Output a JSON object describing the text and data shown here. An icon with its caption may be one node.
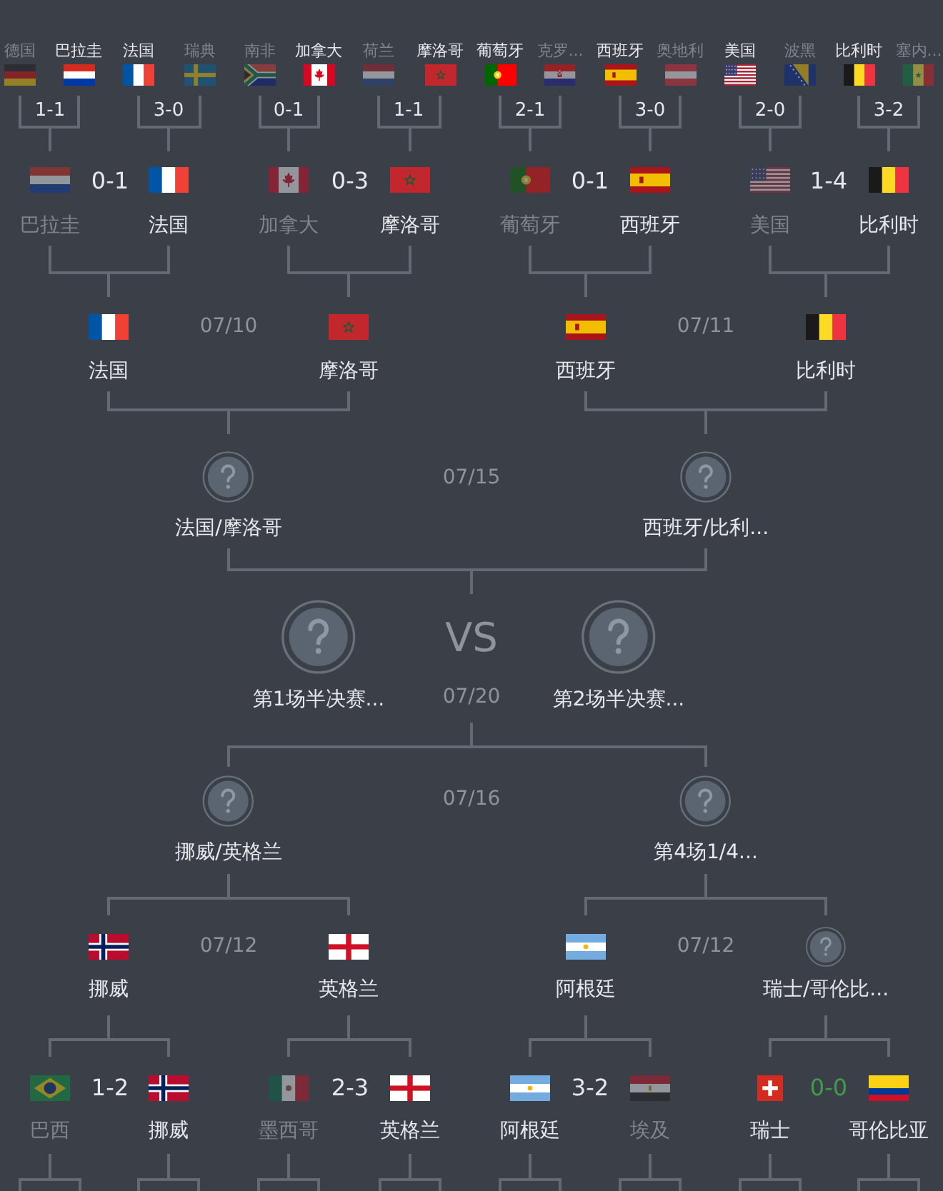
{
  "diagram": {
    "nodes": [
      {
        "text": [
          "德国"
        ]
      },
      {
        "text": [
          "巴拉圭"
        ]
      },
      {
        "text": [
          "法国"
        ]
      },
      {
        "text": [
          "瑞典"
        ]
      },
      {
        "text": [
          "南非"
        ]
      },
      {
        "text": [
          "加拿大"
        ]
      },
      {
        "text": [
          "荷兰"
        ]
      },
      {
        "text": [
          "摩洛哥"
        ]
      },
      {
        "text": [
          "葡萄牙"
        ]
      },
      {
        "text": [
          "克罗..."
        ]
      },
      {
        "text": [
          "西班牙"
        ]
      },
      {
        "text": [
          "奥地利"
        ]
      },
      {
        "text": [
          "美国"
        ]
      },
      {
        "text": [
          "波黑"
        ]
      },
      {
        "text": [
          "比利时"
        ]
      },
      {
        "text": [
          "塞内..."
        ]
      },
      {
        "text": [
          "巴拉圭"
        ]
      },
      {
        "text": [
          "法国"
        ]
      },
      {
        "text": [
          "加拿大"
        ]
      },
      {
        "text": [
          "摩洛哥"
        ]
      },
      {
        "text": [
          "葡萄牙"
        ]
      },
      {
        "text": [
          "西班牙"
        ]
      },
      {
        "text": [
          "美国"
        ]
      },
      {
        "text": [
          "比利时"
        ]
      },
      {
        "text": [
          "法国"
        ]
      },
      {
        "text": [
          "摩洛哥"
        ]
      },
      {
        "text": [
          "西班牙"
        ]
      },
      {
        "text": [
          "比利时"
        ]
      },
      {
        "text": [
          "法国/摩洛哥"
        ]
      },
      {
        "text": [
          "西班牙/比利..."
        ]
      },
      {
        "text": [
          "第1场半决赛..."
        ]
      },
      {
        "text": [
          "VS"
        ]
      },
      {
        "text": [
          "第2场半决赛..."
        ]
      },
      {
        "text": [
          "07/20"
        ]
      },
      {
        "text": [
          "挪威/英格兰"
        ]
      },
      {
        "text": [
          "第4场1/4..."
        ]
      },
      {
        "text": [
          "挪威"
        ]
      },
      {
        "text": [
          "英格兰"
        ]
      },
      {
        "text": [
          "阿根廷"
        ]
      },
      {
        "text": [
          "瑞士/哥伦比..."
        ]
      },
      {
        "text": [
          "巴西"
        ]
      },
      {
        "text": [
          "挪威"
        ]
      },
      {
        "text": [
          "墨西哥"
        ]
      },
      {
        "text": [
          "英格兰"
        ]
      },
      {
        "text": [
          "阿根廷"
        ]
      },
      {
        "text": [
          "埃及"
        ]
      },
      {
        "text": [
          "瑞士"
        ]
      },
      {
        "text": [
          "哥伦比亚"
        ]
      }
    ],
    "edges": [
      {
        "from": 0,
        "to": 16,
        "arrow": "none"
      },
      {
        "from": 1,
        "to": 16,
        "arrow": "none"
      },
      {
        "from": 2,
        "to": 17,
        "arrow": "none"
      },
      {
        "from": 3,
        "to": 17,
        "arrow": "none"
      },
      {
        "from": 4,
        "to": 18,
        "arrow": "none"
      },
      {
        "from": 5,
        "to": 18,
        "arrow": "none"
      },
      {
        "from": 6,
        "to": 19,
        "arrow": "none"
      },
      {
        "from": 7,
        "to": 19,
        "arrow": "none"
      },
      {
        "from": 8,
        "to": 20,
        "arrow": "none"
      },
      {
        "from": 9,
        "to": 20,
        "arrow": "none"
      },
      {
        "from": 10,
        "to": 21,
        "arrow": "none"
      },
      {
        "from": 11,
        "to": 21,
        "arrow": "none"
      },
      {
        "from": 12,
        "to": 22,
        "arrow": "none"
      },
      {
        "from": 13,
        "to": 22,
        "arrow": "none"
      },
      {
        "from": 14,
        "to": 23,
        "arrow": "none"
      },
      {
        "from": 15,
        "to": 23,
        "arrow": "none"
      },
      {
        "from": 16,
        "to": 24,
        "arrow": "none"
      },
      {
        "from": 17,
        "to": 24,
        "arrow": "none"
      },
      {
        "from": 18,
        "to": 25,
        "arrow": "none"
      },
      {
        "from": 19,
        "to": 25,
        "arrow": "none"
      },
      {
        "from": 20,
        "to": 26,
        "arrow": "none"
      },
      {
        "from": 21,
        "to": 26,
        "arrow": "none"
      },
      {
        "from": 22,
        "to": 27,
        "arrow": "none"
      },
      {
        "from": 23,
        "to": 27,
        "arrow": "none"
      },
      {
        "from": 24,
        "to": 28,
        "arrow": "none"
      },
      {
        "from": 25,
        "to": 28,
        "arrow": "none"
      },
      {
        "from": 26,
        "to": 29,
        "arrow": "none"
      },
      {
        "from": 27,
        "to": 29,
        "arrow": "none"
      },
      {
        "from": 28,
        "to": 31,
        "arrow": "none"
      },
      {
        "from": 29,
        "to": 31,
        "arrow": "none"
      },
      {
        "from": 34,
        "to": 33,
        "arrow": "none"
      },
      {
        "from": 35,
        "to": 33,
        "arrow": "none"
      },
      {
        "from": 36,
        "to": 34,
        "arrow": "none"
      },
      {
        "from": 37,
        "to": 34,
        "arrow": "none"
      },
      {
        "from": 38,
        "to": 35,
        "arrow": "none"
      },
      {
        "from": 39,
        "to": 35,
        "arrow": "none"
      },
      {
        "from": 40,
        "to": 36,
        "arrow": "none"
      },
      {
        "from": 41,
        "to": 36,
        "arrow": "none"
      },
      {
        "from": 42,
        "to": 37,
        "arrow": "none"
      },
      {
        "from": 43,
        "to": 37,
        "arrow": "none"
      },
      {
        "from": 44,
        "to": 38,
        "arrow": "none"
      },
      {
        "from": 45,
        "to": 38,
        "arrow": "none"
      },
      {
        "from": 46,
        "to": 39,
        "arrow": "none"
      },
      {
        "from": 47,
        "to": 39,
        "arrow": "none"
      },
      {
        "from": null,
        "to": 40,
        "arrow": "none"
      },
      {
        "from": null,
        "to": 40,
        "arrow": "none"
      },
      {
        "from": null,
        "to": 41,
        "arrow": "none"
      },
      {
        "from": null,
        "to": 41,
        "arrow": "none"
      },
      {
        "from": null,
        "to": 42,
        "arrow": "none"
      },
      {
        "from": null,
        "to": 42,
        "arrow": "none"
      },
      {
        "from": null,
        "to": 43,
        "arrow": "none"
      },
      {
        "from": null,
        "to": 43,
        "arrow": "none"
      },
      {
        "from": null,
        "to": 44,
        "arrow": "none"
      },
      {
        "from": null,
        "to": 44,
        "arrow": "none"
      },
      {
        "from": null,
        "to": 45,
        "arrow": "none"
      },
      {
        "from": null,
        "to": 45,
        "arrow": "none"
      },
      {
        "from": null,
        "to": 46,
        "arrow": "none"
      },
      {
        "from": null,
        "to": 46,
        "arrow": "none"
      },
      {
        "from": null,
        "to": 47,
        "arrow": "none"
      },
      {
        "from": null,
        "to": 47,
        "arrow": "none"
      }
    ],
    "labels": [
      "1-1",
      "3-0",
      "0-1",
      "1-1",
      "2-1",
      "3-0",
      "2-0",
      "3-2",
      "0-1",
      "0-3",
      "0-1",
      "1-4",
      "07/10",
      "07/11",
      "07/15",
      "07/16",
      "07/12",
      "07/12",
      "1-2",
      "2-3",
      "3-2",
      "0-0"
    ]
  }
}
